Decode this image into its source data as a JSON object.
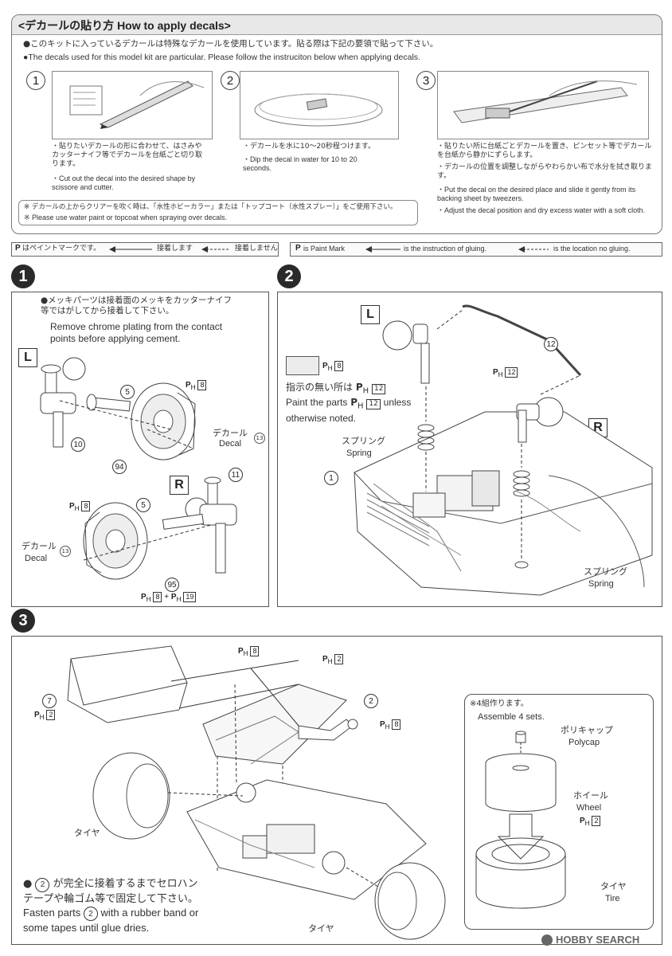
{
  "decals": {
    "title": "<デカールの貼り方 How to apply decals>",
    "intro_jp": "●このキットに入っているデカールは特殊なデカールを使用しています。貼る際は下記の要領で貼って下さい。",
    "intro_en": "●The decals used for this model kit are particular. Please follow the instruciton below when applying decals.",
    "steps": [
      {
        "num": "1",
        "jp": "・貼りたいデカールの形に合わせて、はさみやカッターナイフ等でデカールを台紙ごと切り取ります。",
        "en": "・Cut out the decal into the desired shape by scissore and cutter."
      },
      {
        "num": "2",
        "jp": "・デカールを水に10〜20秒程つけます。",
        "en": "・Dip the decal in water for 10 to 20 seconds."
      },
      {
        "num": "3",
        "jp1": "・貼りたい所に台紙ごとデカールを置き、ピンセット等でデカールを台紙から静かにずらします。",
        "jp2": "・デカールの位置を調整しながらやわらかい布で水分を拭き取ります。",
        "en1": "・Put the decal on the desired place and slide it gently from its backing sheet by tweezers.",
        "en2": "・Adjust the decal position and dry excess water with a soft cloth."
      }
    ],
    "note_jp": "※ デカールの上からクリアーを吹く時は、「水性ホビーカラー」または「トップコート（水性スプレー）」をご使用下さい。",
    "note_en": "※ Please use water paint or topcoat when spraying over decals."
  },
  "legend": {
    "jp_paint": "はペイントマークです。",
    "jp_glue": "接着します",
    "jp_noglue": "接着しません",
    "en_paint": "is Paint Mark",
    "en_glue": "is the instruction of gluing.",
    "en_noglue": "is the location no gluing."
  },
  "step1": {
    "num": "1",
    "note_jp": "●メッキパーツは接着面のメッキをカッターナイフ等ではがしてから接着して下さい。",
    "note_en": "Remove chrome plating from the contact points before applying cement.",
    "left": "L",
    "right": "R",
    "parts": {
      "p10": "10",
      "p5": "5",
      "p94": "94",
      "p11": "11",
      "p5b": "5",
      "p95": "95",
      "decalnum": "13"
    },
    "paint": {
      "ph8": "8",
      "ph8b": "8",
      "ph8c": "8",
      "ph19": "19",
      "plus": "+"
    },
    "decal_jp": "デカール",
    "decal_en": "Decal"
  },
  "step2": {
    "num": "2",
    "left": "L",
    "right": "R",
    "swatch_paint": "8",
    "note_jp": "指示の無い所は",
    "note_en1": "Paint the parts",
    "note_en2": "unless",
    "note_en3": "otherwise noted.",
    "paint12": "12",
    "part12": "12",
    "part1": "1",
    "spring_jp": "スプリング",
    "spring_en": "Spring"
  },
  "step3": {
    "num": "3",
    "part7": "7",
    "part2": "2",
    "paint2": "2",
    "paint8": "8",
    "assemble_jp": "※4組作ります。",
    "assemble_en": "Assemble 4 sets.",
    "polycap_jp": "ポリキャップ",
    "polycap_en": "Polycap",
    "wheel_jp": "ホイール",
    "wheel_en": "Wheel",
    "tire_jp": "タイヤ",
    "tire_en": "Tire",
    "tire_label": "タイヤ",
    "note_jp1": "が完全に接着するまでセロハン",
    "note_jp2": "テープや輪ゴム等で固定して下さい。",
    "note_en1": "Fasten parts",
    "note_en2": "with a rubber band or",
    "note_en3": "some tapes until glue dries."
  },
  "watermark": "HOBBY SEARCH"
}
